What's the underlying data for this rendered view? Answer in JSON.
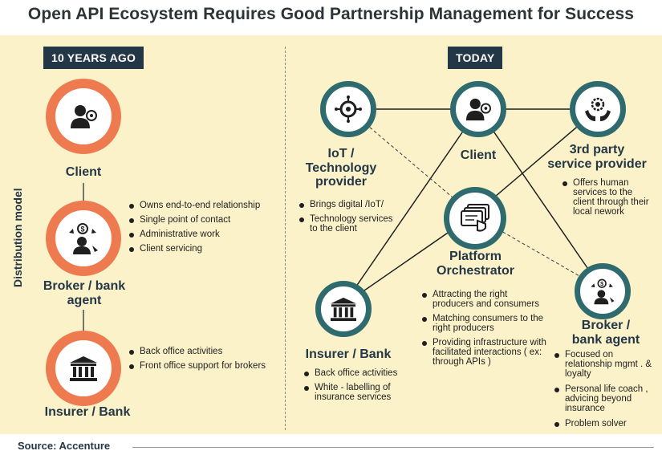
{
  "title": "Open API Ecosystem Requires Good Partnership Management for Success",
  "y_axis_label": "Distribution model",
  "left": {
    "header": "10 YEARS AGO",
    "client": {
      "label": "Client"
    },
    "broker": {
      "label_line1": "Broker / bank",
      "label_line2": "agent",
      "bullets": [
        "Owns end-to-end relationship",
        "Single point of contact",
        "Administrative work",
        "Client servicing"
      ]
    },
    "insurer": {
      "label": "Insurer / Bank",
      "bullets": [
        "Back office activities",
        "Front office support for brokers"
      ]
    }
  },
  "right": {
    "header": "TODAY",
    "iot": {
      "label_line1": "IoT /",
      "label_line2": "Technology",
      "label_line3": "provider",
      "bullets": [
        "Brings digital /IoT/",
        "Technology services to the client"
      ]
    },
    "client": {
      "label": "Client"
    },
    "third_party": {
      "label_line1": "3rd party",
      "label_line2": "service provider",
      "bullets": [
        "Offers human services to the client through their local nework"
      ]
    },
    "orchestrator": {
      "label_line1": "Platform",
      "label_line2": "Orchestrator",
      "bullets": [
        "Attracting the right producers and consumers",
        "Matching consumers to the right producers",
        "Providing infrastructure with facilitated interactions ( ex: through APIs )"
      ]
    },
    "insurer": {
      "label": "Insurer / Bank",
      "bullets": [
        "Back office activities",
        "White - labelling of insurance services"
      ]
    },
    "broker": {
      "label_line1": "Broker /",
      "label_line2": "bank agent",
      "bullets": [
        "Focused on relationship mgmt . & loyalty",
        "Personal life coach , advicing beyond insurance",
        "Problem solver"
      ]
    }
  },
  "source": "Source: Accenture",
  "colors": {
    "orange": "#ee7a4f",
    "teal": "#2f6b6e",
    "navy": "#243746",
    "panel": "#fbf2c9"
  },
  "icons": [
    "client-icon",
    "broker-icon",
    "bank-icon",
    "iot-icon",
    "gear-hands-icon",
    "orchestrator-icon"
  ]
}
